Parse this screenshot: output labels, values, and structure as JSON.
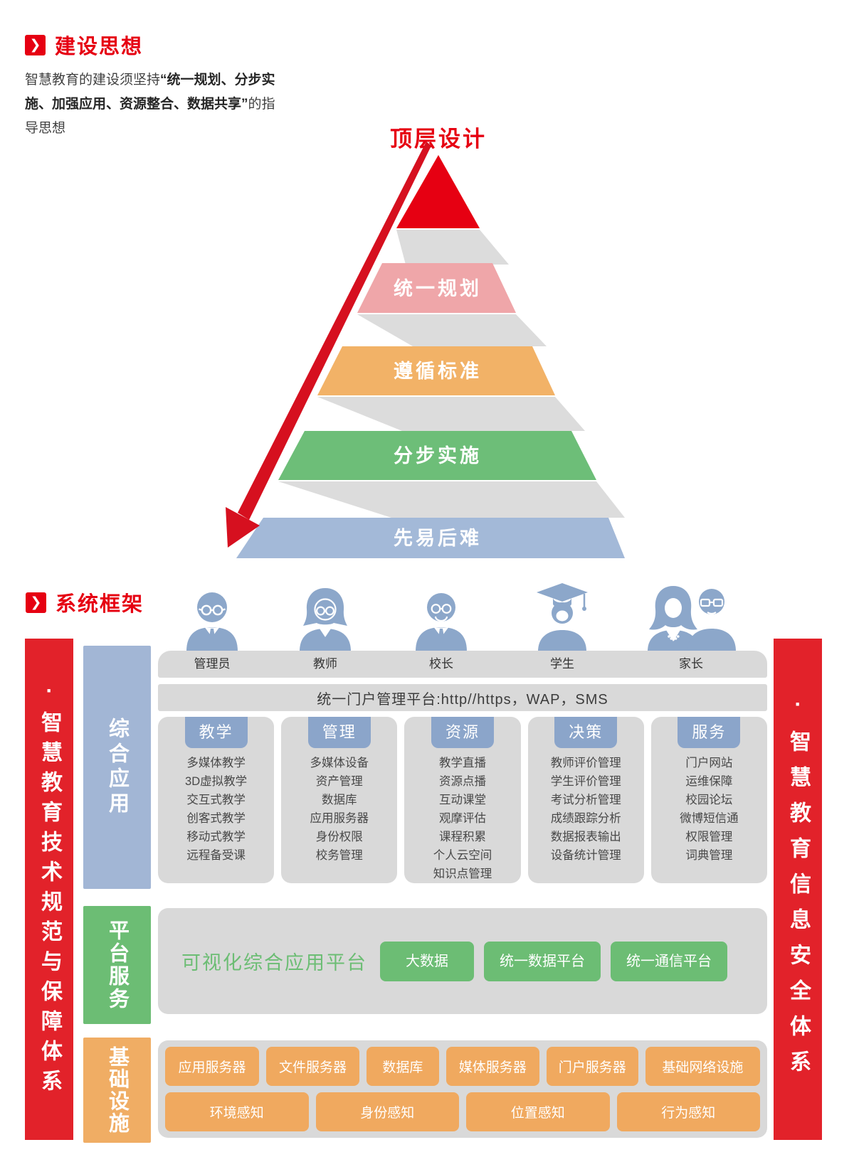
{
  "construction": {
    "badge": "❯",
    "title": "建设思想",
    "intro_prefix": "智慧教育的建设须坚持",
    "intro_bold": "“统一规划、分步实施、加强应用、资源整合、数据共享”",
    "intro_suffix": "的指导思想",
    "pyramid": {
      "title": "顶层设计",
      "top_color": "#e60012",
      "layers": [
        {
          "label": "统一规划",
          "color": "#efa6a9"
        },
        {
          "label": "遵循标准",
          "color": "#f2b267"
        },
        {
          "label": "分步实施",
          "color": "#6dbe78"
        },
        {
          "label": "先易后难",
          "color": "#a3b9d8"
        }
      ]
    }
  },
  "framework": {
    "badge": "❯",
    "title": "系统框架",
    "left_bar": "·智慧教育技术规范与保障体系",
    "right_bar": "·智慧教育信息安全体系",
    "users": [
      "管理员",
      "教师",
      "校长",
      "学生",
      "家长"
    ],
    "portal": "统一门户管理平台:http//https，WAP，SMS",
    "row_labels": {
      "apps": "综合应用",
      "platform": "平台服务",
      "infra": "基础设施"
    },
    "columns": [
      {
        "header": "教学",
        "items": [
          "多媒体教学",
          "3D虚拟教学",
          "交互式教学",
          "创客式教学",
          "移动式教学",
          "远程备受课"
        ]
      },
      {
        "header": "管理",
        "items": [
          "多媒体设备",
          "资产管理",
          "数据库",
          "应用服务器",
          "身份权限",
          "校务管理"
        ]
      },
      {
        "header": "资源",
        "items": [
          "教学直播",
          "资源点播",
          "互动课堂",
          "观摩评估",
          "课程积累",
          "个人云空间",
          "知识点管理"
        ]
      },
      {
        "header": "决策",
        "items": [
          "教师评价管理",
          "学生评价管理",
          "考试分析管理",
          "成绩跟踪分析",
          "数据报表输出",
          "设备统计管理"
        ]
      },
      {
        "header": "服务",
        "items": [
          "门户网站",
          "运维保障",
          "校园论坛",
          "微博短信通",
          "权限管理",
          "词典管理"
        ]
      }
    ],
    "platform": {
      "title": "可视化综合应用平台",
      "buttons": [
        "大数据",
        "统一数据平台",
        "统一通信平台"
      ]
    },
    "infrastructure": {
      "row1": [
        "应用服务器",
        "文件服务器",
        "数据库",
        "媒体服务器",
        "门户服务器",
        "基础网络设施"
      ],
      "row2": [
        "环境感知",
        "身份感知",
        "位置感知",
        "行为感知"
      ]
    }
  },
  "colors": {
    "accent_red": "#e60012",
    "bar_red": "#e2222a",
    "pink_layer": "#efa6a9",
    "orange_layer": "#f2b267",
    "green_layer": "#6dbe78",
    "blue_layer": "#a3b9d8",
    "shadow_gray": "#dcdcdc",
    "card_gray": "#d9d9d9",
    "chip_blue": "#8ba5ca",
    "row_blue": "#a2b6d5",
    "row_green": "#6cbd74",
    "row_orange": "#f0ad64",
    "btn_green": "#6cbd74",
    "btn_orange": "#f0a95f",
    "icon_blue": "#8ca7ca"
  }
}
